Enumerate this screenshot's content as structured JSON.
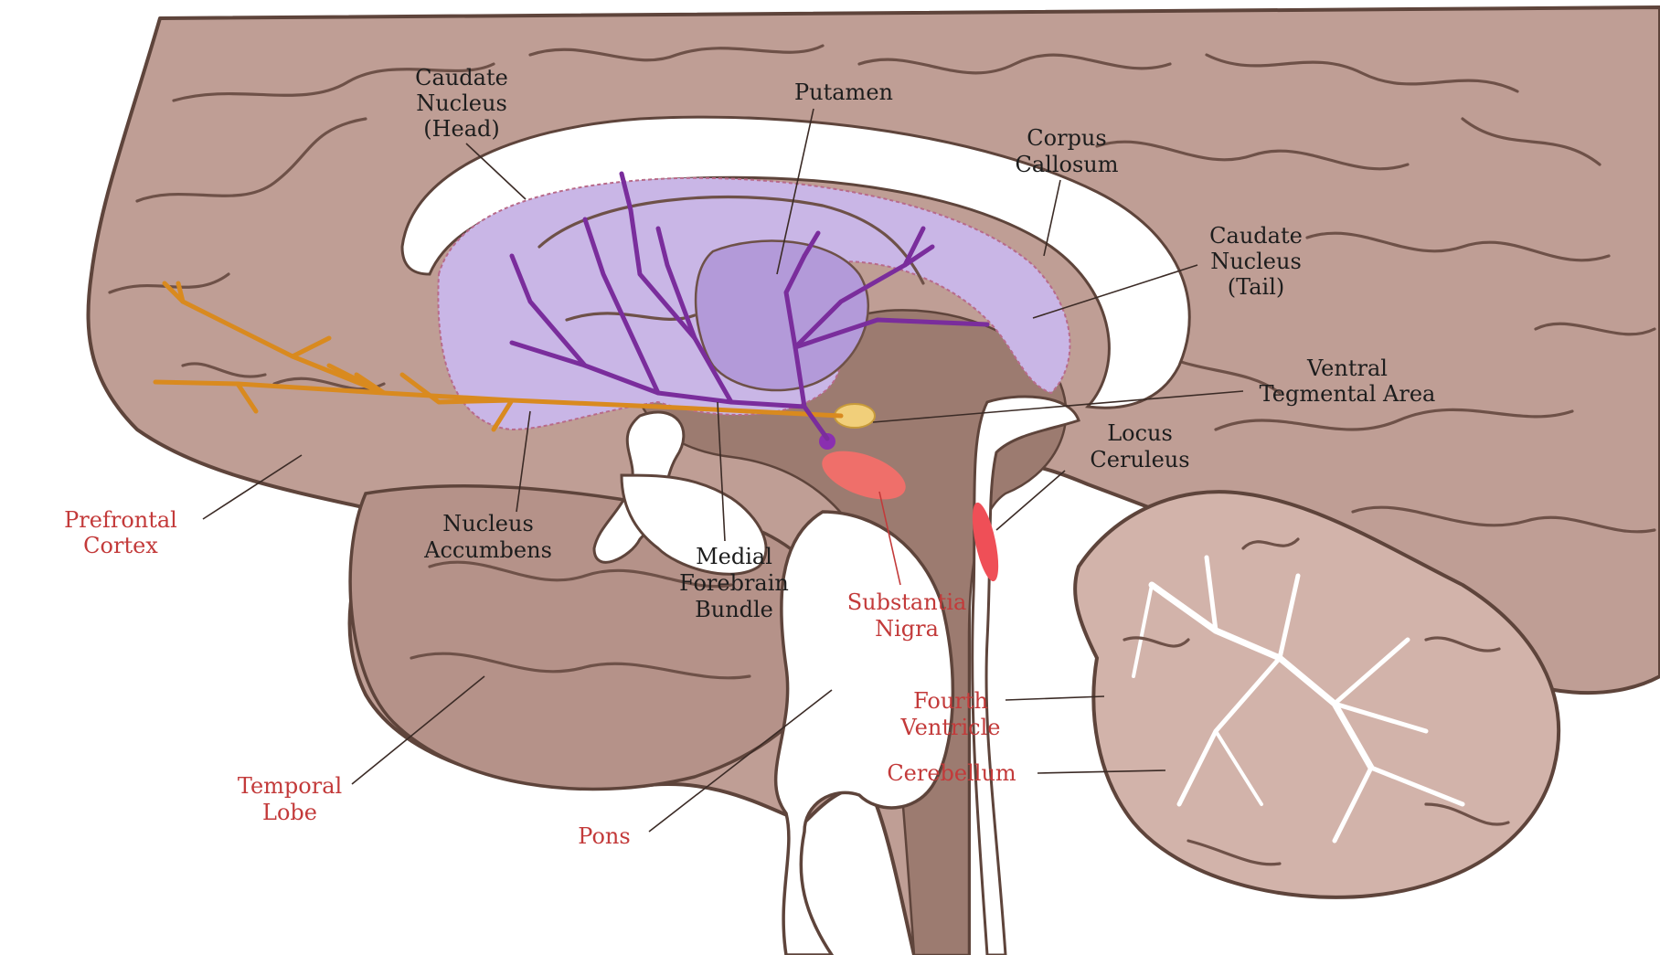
{
  "labels": {
    "caudate_head": [
      "Caudate",
      "Nucleus",
      "(Head)"
    ],
    "putamen": [
      "Putamen"
    ],
    "corpus_callosum": [
      "Corpus",
      "Callosum"
    ],
    "caudate_tail": [
      "Caudate",
      "Nucleus",
      "(Tail)"
    ],
    "ventral_tegmental": [
      "Ventral",
      "Tegmental Area"
    ],
    "locus_ceruleus": [
      "Locus",
      "Ceruleus"
    ],
    "prefrontal_cortex": [
      "Prefrontal",
      "Cortex"
    ],
    "nucleus_accumbens": [
      "Nucleus",
      "Accumbens"
    ],
    "medial_forebrain": [
      "Medial",
      "Forebrain",
      "Bundle"
    ],
    "substantia_nigra": [
      "Substantia",
      "Nigra"
    ],
    "fourth_ventricle": [
      "Fourth",
      "Ventricle"
    ],
    "cerebellum": [
      "Cerebellum"
    ],
    "temporal_lobe": [
      "Temporal",
      "Lobe"
    ],
    "pons": [
      "Pons"
    ]
  },
  "colors": {
    "cortex": "#bf9e95",
    "cortex_outline": "#5e443b",
    "deep_structure": "#9c7b70",
    "ventricle": "#ffffff",
    "striatum": "#c9b6e6",
    "striatum_dark": "#b39ad9",
    "mesolimbic_pathway": "#7a2d9c",
    "mesocortical_pathway": "#d98a1f",
    "nuclei_red": "#ef6f6a",
    "vta_yellow": "#f1cf7a",
    "label_red": "#c33a3a"
  }
}
